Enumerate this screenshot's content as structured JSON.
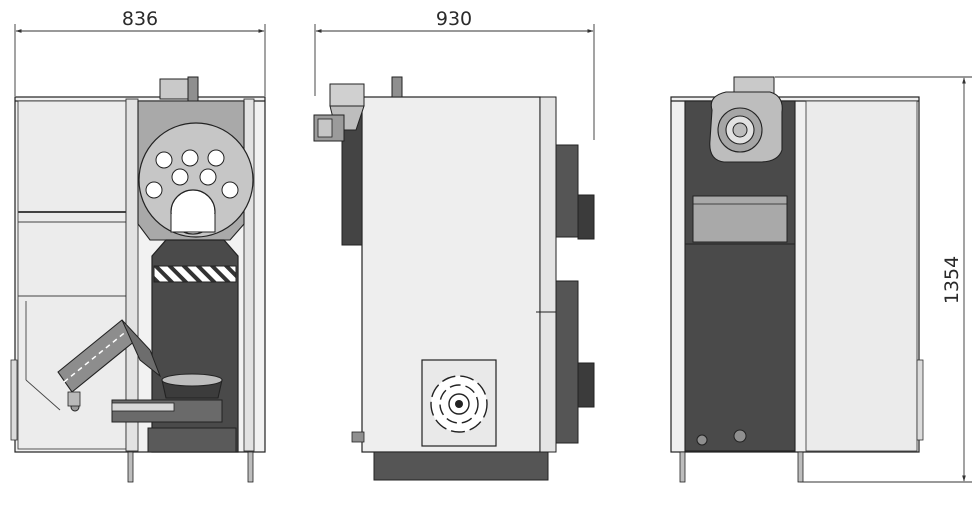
{
  "dimensions": {
    "front_width": "836",
    "side_depth": "930",
    "height": "1354"
  },
  "colors": {
    "panel_light": "#eeeeee",
    "panel_mid": "#d4d4d4",
    "body_dark": "#4a4a4a",
    "plate_grey": "#a9a9a9",
    "line": "#222222"
  }
}
